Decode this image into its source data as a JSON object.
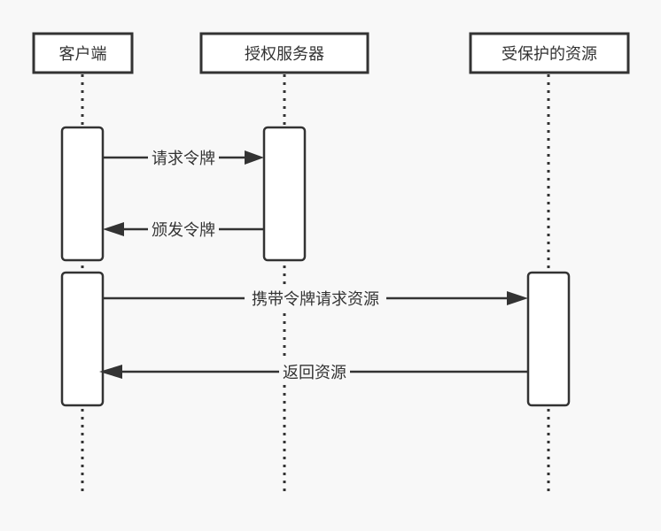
{
  "participants": [
    {
      "id": "client",
      "label": "客户端"
    },
    {
      "id": "auth",
      "label": "授权服务器"
    },
    {
      "id": "resource",
      "label": "受保护的资源"
    }
  ],
  "messages": [
    {
      "from": "client",
      "to": "auth",
      "label": "请求令牌",
      "style": "request"
    },
    {
      "from": "auth",
      "to": "client",
      "label": "颁发令牌",
      "style": "response"
    },
    {
      "from": "client",
      "to": "resource",
      "label": "携带令牌请求资源",
      "style": "request"
    },
    {
      "from": "resource",
      "to": "client",
      "label": "返回资源",
      "style": "response"
    }
  ]
}
